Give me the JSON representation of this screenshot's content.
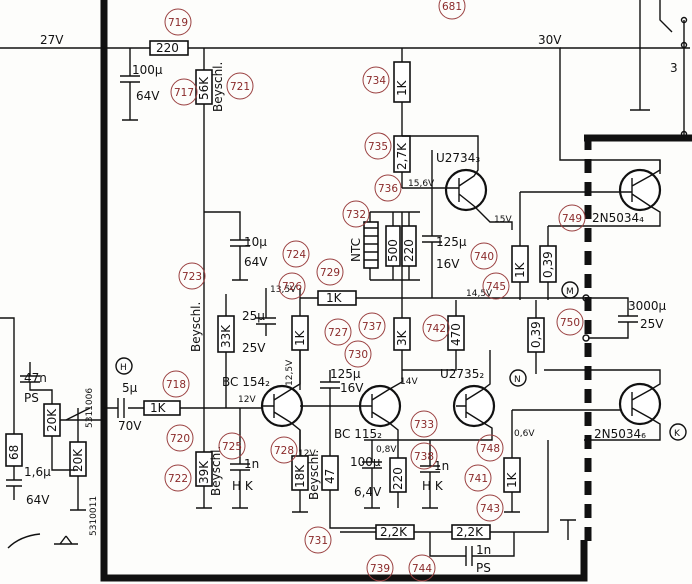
{
  "rails": {
    "v27": "27V",
    "v30": "30V"
  },
  "components": {
    "r220_top": "220",
    "c100u": "100µ",
    "c100u_v": "64V",
    "r56k": "56K",
    "beyschl_1": "Beyschl.",
    "c10u": "10µ",
    "c10u_v": "64V",
    "r1k_734": "1K",
    "r27k_735": "2,7K",
    "ntc": "NTC",
    "r500": "500",
    "r220_mid": "220",
    "c125u_a": "125µ",
    "c125u_a_v": "16V",
    "q_u2734": "U2734₃",
    "v156": "15,6V",
    "v15": "15V",
    "q_2n5034_top": "2N5034₄",
    "r1k_right": "1K",
    "r039_a": "0,39",
    "v145": "14,5V",
    "c3000u": "3000µ",
    "c3000u_v": "25V",
    "r1k_mid": "1K",
    "r33k": "33K",
    "beyschl_2": "Beyschl.",
    "v135": "13,5V",
    "c25u": "25µ",
    "c25u_v": "25V",
    "r1k_729b": "1K",
    "r3k": "3K",
    "r470": "470",
    "r039_b": "0,39",
    "c47n": "47n",
    "ps_1": "PS",
    "r20k_a": "20K",
    "code_5311006": "5311006",
    "r20k_b": "20K",
    "r68": "68",
    "c16u": "1,6µ",
    "c16u_v": "64V",
    "code_5310011": "5310011",
    "c5u": "5µ",
    "c5u_v": "70V",
    "r1k_input": "1K",
    "q_bc154": "BC 154₂",
    "v125": "12,5V",
    "v12": "12V",
    "c125u_b": "125µ",
    "c125u_b_v": "16V",
    "v14": "14V",
    "q_bc115": "BC 115₂",
    "q_u2735": "U2735₂",
    "v06": "0,6V",
    "q_2n5034_bot": "2N5034₆",
    "r39k": "39K",
    "beyschl_3": "Beyschl.",
    "c1n_a": "1n",
    "hk_a": "H K",
    "r18k": "18K",
    "beyschl_4": "Beyschl.",
    "r47": "47",
    "v12b": "12V",
    "c100u_b": "100µ",
    "v08": "0,8V",
    "c100u_b_v": "6,4V",
    "r220_low": "220",
    "c1n_b": "1n",
    "hk_b": "H K",
    "r1k_low": "1K",
    "r22k_a": "2,2K",
    "r22k_b": "2,2K",
    "c1n_c": "1n",
    "ps_2": "PS",
    "num_3": "3"
  },
  "markers": {
    "H": "H",
    "M": "M",
    "N": "N",
    "K": "K"
  },
  "refs": {
    "r719": "719",
    "r681": "681",
    "r717": "717",
    "r721": "721",
    "r734": "734",
    "r735": "735",
    "r736": "736",
    "r732": "732",
    "r724": "724",
    "r740": "740",
    "r749": "749",
    "r745": "745",
    "r723": "723",
    "r726": "726",
    "r729": "729",
    "r727": "727",
    "r737": "737",
    "r742": "742",
    "r730": "730",
    "r750": "750",
    "r718": "718",
    "r720": "720",
    "r725": "725",
    "r722": "722",
    "r728": "728",
    "r733": "733",
    "r738": "738",
    "r741": "741",
    "r748": "748",
    "r743": "743",
    "r731": "731",
    "r739": "739",
    "r744": "744"
  }
}
